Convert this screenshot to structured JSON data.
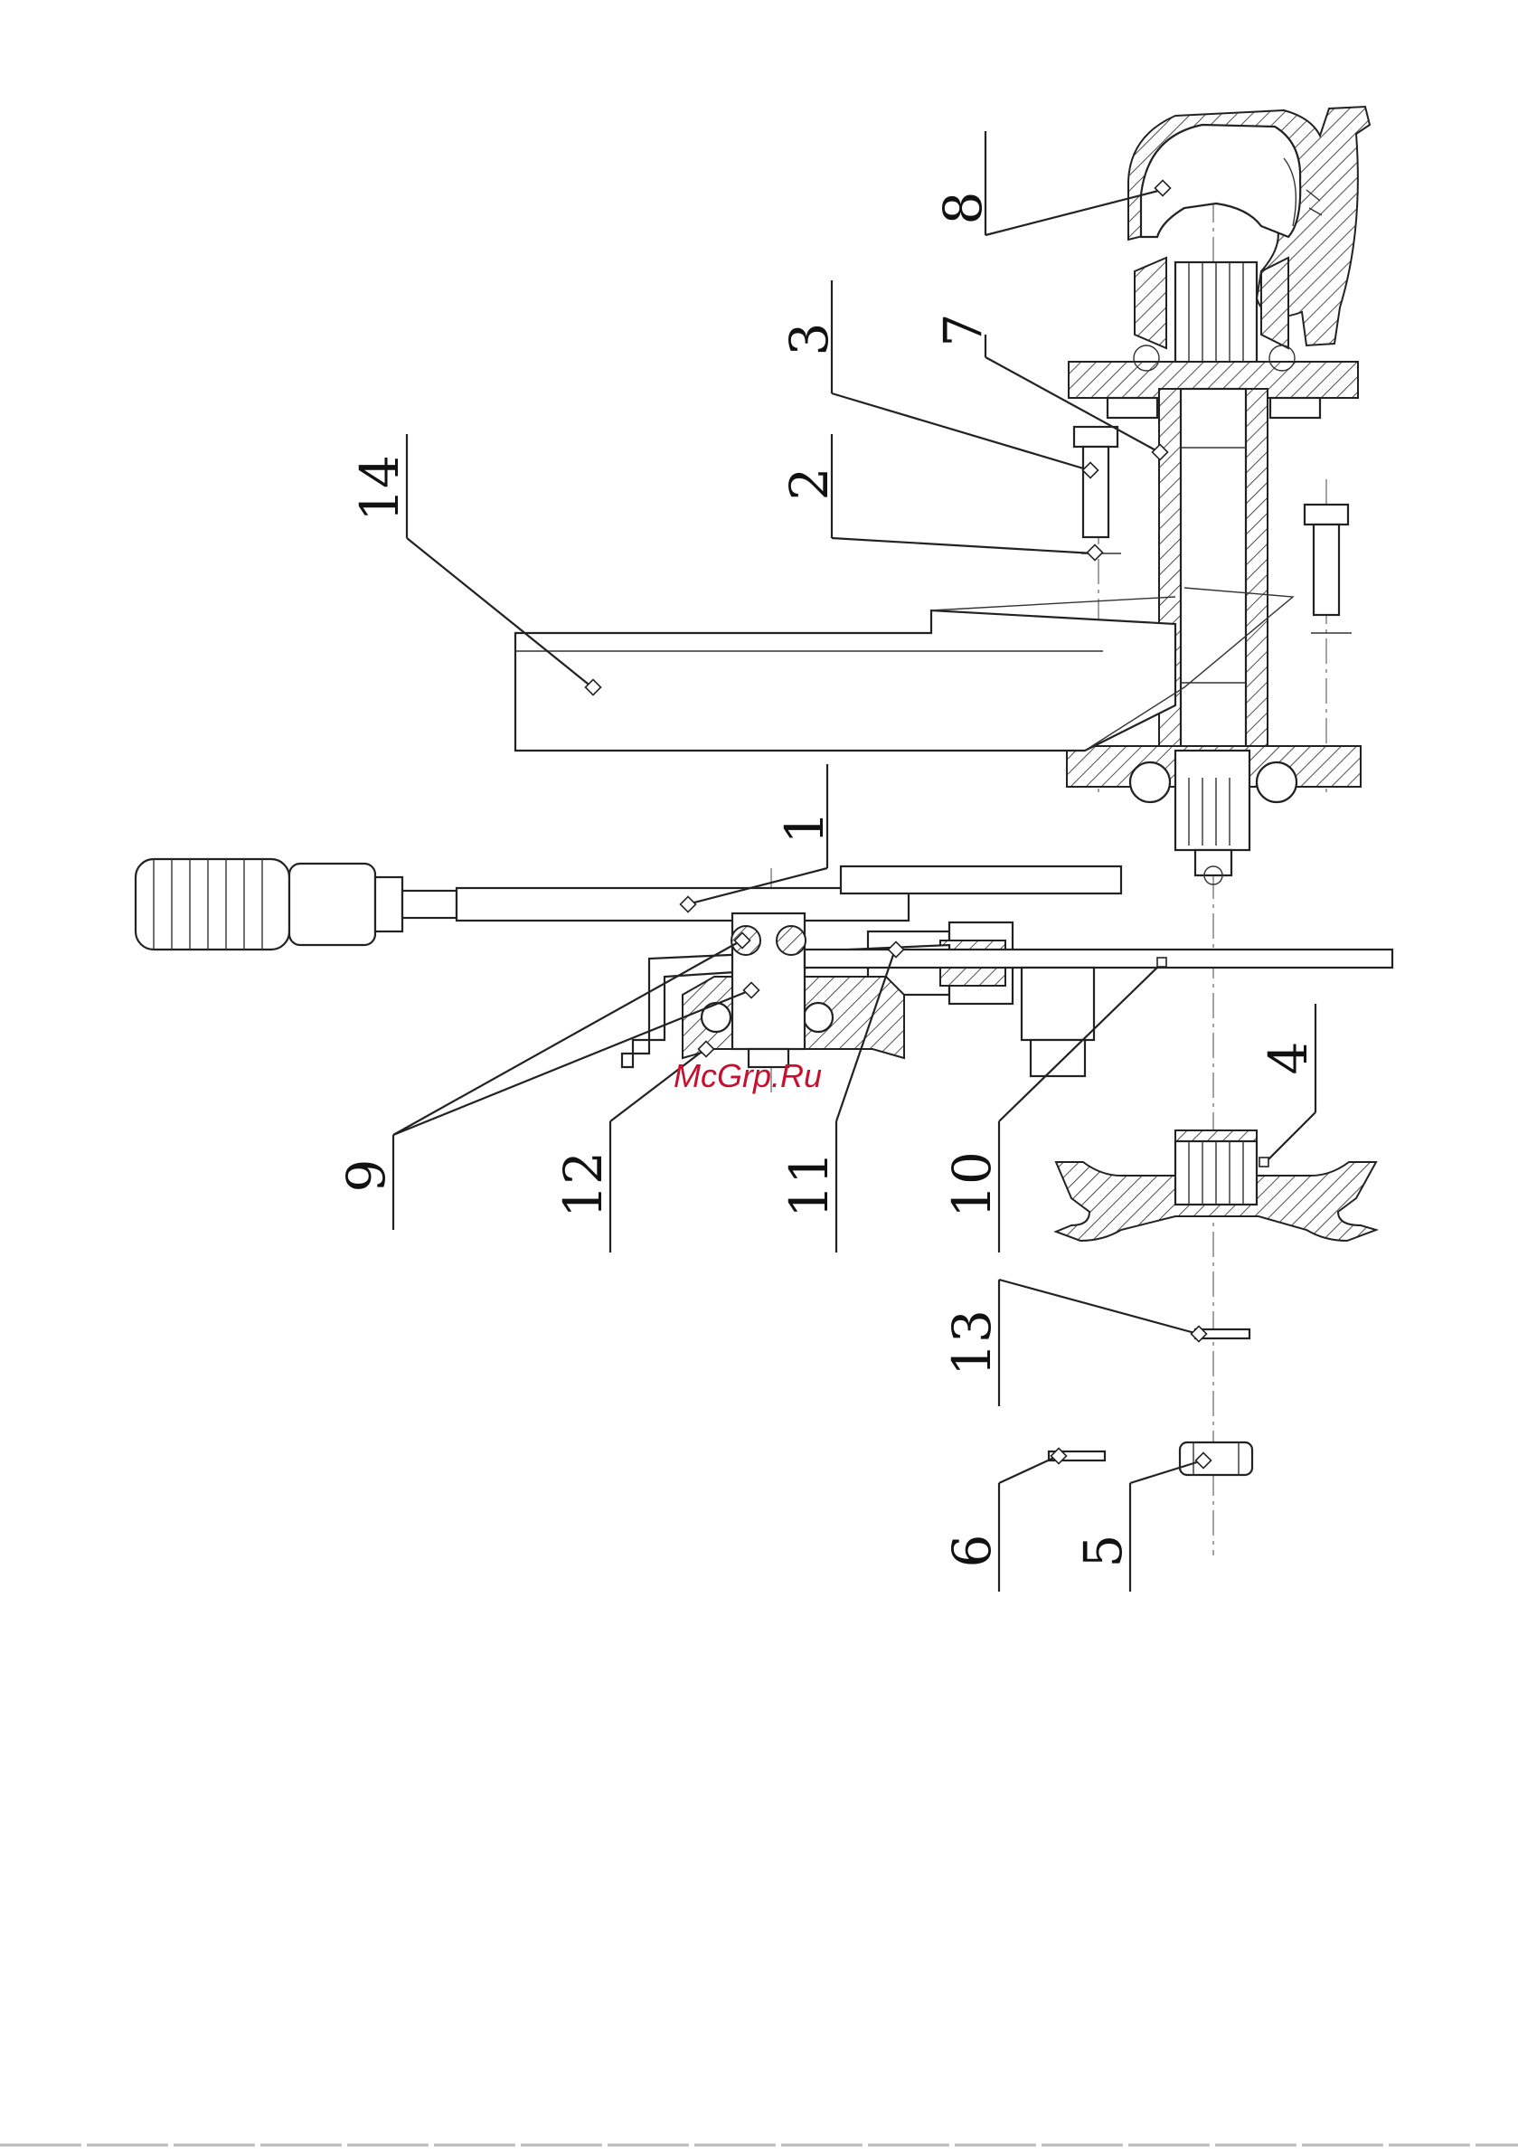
{
  "diagram": {
    "labels": [
      "1",
      "2",
      "3",
      "4",
      "5",
      "6",
      "7",
      "8",
      "9",
      "10",
      "11",
      "12",
      "13",
      "14"
    ],
    "watermark": "McGrp.Ru"
  },
  "colors": {
    "line": "#222222",
    "watermark": "#c8102e",
    "background": "#ffffff"
  }
}
